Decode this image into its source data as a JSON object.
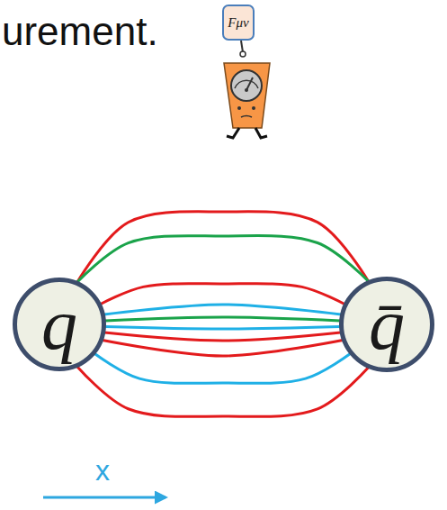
{
  "diagram": {
    "nodes": [
      {
        "text": [
          "Fμν"
        ]
      },
      {
        "text": [
          "q"
        ]
      },
      {
        "text": [
          "q̄"
        ]
      }
    ],
    "edges": [
      {
        "from": 1,
        "to": 2,
        "arrow": "none"
      },
      {
        "from": 1,
        "to": 2,
        "arrow": "none"
      },
      {
        "from": 1,
        "to": 2,
        "arrow": "none"
      },
      {
        "from": 1,
        "to": 2,
        "arrow": "none"
      },
      {
        "from": 1,
        "to": 2,
        "arrow": "none"
      },
      {
        "from": 1,
        "to": 2,
        "arrow": "none"
      },
      {
        "from": 1,
        "to": 2,
        "arrow": "none"
      },
      {
        "from": 1,
        "to": 2,
        "arrow": "none"
      },
      {
        "from": 1,
        "to": 2,
        "arrow": "none"
      },
      {
        "from": 1,
        "to": 2,
        "arrow": "none"
      }
    ],
    "labels": [
      "urement.",
      "x"
    ]
  }
}
